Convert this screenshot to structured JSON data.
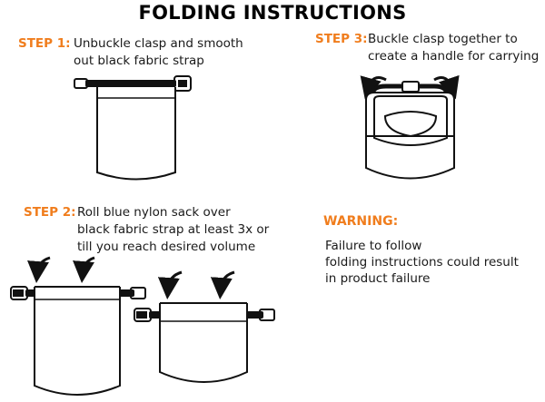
{
  "title": "FOLDING INSTRUCTIONS",
  "steps": [
    {
      "label": "STEP 1:",
      "lines": [
        "Unbuckle clasp and smooth",
        "out black fabric strap"
      ]
    },
    {
      "label": "STEP 2:",
      "lines": [
        "Roll blue nylon sack over",
        "black fabric strap at least 3x or",
        "till you reach desired volume"
      ]
    },
    {
      "label": "STEP 3:",
      "lines": [
        "Buckle clasp together to",
        "create a handle for carrying"
      ]
    }
  ],
  "warning": {
    "label": "WARNING:",
    "lines": [
      "Failure to follow",
      "folding instructions could result",
      "in product failure"
    ]
  },
  "colors": {
    "accent": "#f07d1d",
    "ink": "#111111"
  }
}
